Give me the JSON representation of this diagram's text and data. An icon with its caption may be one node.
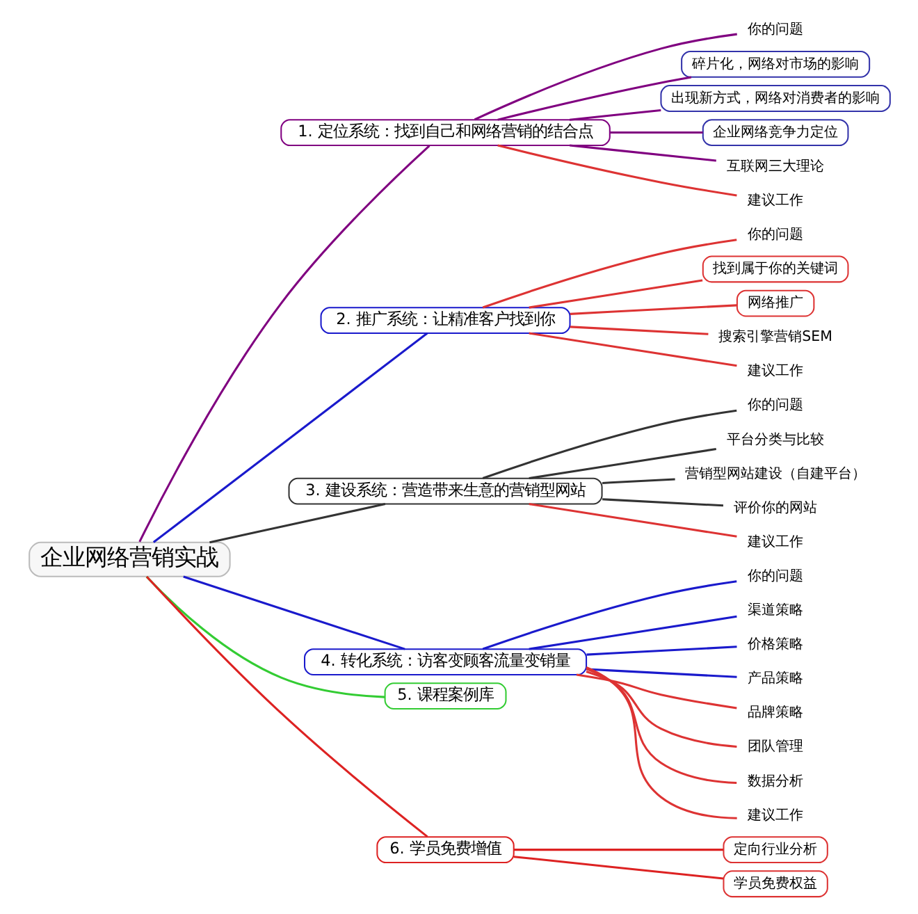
{
  "diagram": {
    "nodes": [
      {
        "text": [
          "企业网络营销实战"
        ]
      },
      {
        "text": [
          "1. 定位系统：找到自己和网络营销的结合点"
        ]
      },
      {
        "text": [
          "你的问题"
        ]
      },
      {
        "text": [
          "碎片化，网络对市场的影响"
        ]
      },
      {
        "text": [
          "出现新方式，网络对消费者的影响"
        ]
      },
      {
        "text": [
          "企业网络竞争力定位"
        ]
      },
      {
        "text": [
          "互联网三大理论"
        ]
      },
      {
        "text": [
          "建议工作"
        ]
      },
      {
        "text": [
          "2. 推广系统：让精准客户找到你"
        ]
      },
      {
        "text": [
          "你的问题"
        ]
      },
      {
        "text": [
          "找到属于你的关键词"
        ]
      },
      {
        "text": [
          "网络推广"
        ]
      },
      {
        "text": [
          "搜索引擎营销SEM"
        ]
      },
      {
        "text": [
          "建议工作"
        ]
      },
      {
        "text": [
          "3. 建设系统：营造带来生意的营销型网站"
        ]
      },
      {
        "text": [
          "你的问题"
        ]
      },
      {
        "text": [
          "平台分类与比较"
        ]
      },
      {
        "text": [
          "营销型网站建设（自建平台）"
        ]
      },
      {
        "text": [
          "评价你的网站"
        ]
      },
      {
        "text": [
          "建议工作"
        ]
      },
      {
        "text": [
          "4. 转化系统：访客变顾客流量变销量"
        ]
      },
      {
        "text": [
          "你的问题"
        ]
      },
      {
        "text": [
          "渠道策略"
        ]
      },
      {
        "text": [
          "价格策略"
        ]
      },
      {
        "text": [
          "产品策略"
        ]
      },
      {
        "text": [
          "品牌策略"
        ]
      },
      {
        "text": [
          "团队管理"
        ]
      },
      {
        "text": [
          "数据分析"
        ]
      },
      {
        "text": [
          "建议工作"
        ]
      },
      {
        "text": [
          "5. 课程案例库"
        ]
      },
      {
        "text": [
          "6. 学员免费增值"
        ]
      },
      {
        "text": [
          "定向行业分析"
        ]
      },
      {
        "text": [
          "学员免费权益"
        ]
      }
    ],
    "edges": [
      {
        "from": 0,
        "to": 1,
        "arrow": "none",
        "color": "#800080"
      },
      {
        "from": 1,
        "to": 2,
        "arrow": "none",
        "color": "#800080"
      },
      {
        "from": 1,
        "to": 3,
        "arrow": "none",
        "color": "#800080"
      },
      {
        "from": 1,
        "to": 4,
        "arrow": "none",
        "color": "#800080"
      },
      {
        "from": 1,
        "to": 5,
        "arrow": "none",
        "color": "#800080"
      },
      {
        "from": 1,
        "to": 6,
        "arrow": "none",
        "color": "#800080"
      },
      {
        "from": 1,
        "to": 7,
        "arrow": "none",
        "color": "#dd3333"
      },
      {
        "from": 0,
        "to": 8,
        "arrow": "none",
        "color": "#1a1acc"
      },
      {
        "from": 8,
        "to": 9,
        "arrow": "none",
        "color": "#dd3333"
      },
      {
        "from": 8,
        "to": 10,
        "arrow": "none",
        "color": "#dd3333"
      },
      {
        "from": 8,
        "to": 11,
        "arrow": "none",
        "color": "#dd3333"
      },
      {
        "from": 8,
        "to": 12,
        "arrow": "none",
        "color": "#dd3333"
      },
      {
        "from": 8,
        "to": 13,
        "arrow": "none",
        "color": "#dd3333"
      },
      {
        "from": 0,
        "to": 14,
        "arrow": "none",
        "color": "#333333"
      },
      {
        "from": 14,
        "to": 15,
        "arrow": "none",
        "color": "#333333"
      },
      {
        "from": 14,
        "to": 16,
        "arrow": "none",
        "color": "#333333"
      },
      {
        "from": 14,
        "to": 17,
        "arrow": "none",
        "color": "#333333"
      },
      {
        "from": 14,
        "to": 18,
        "arrow": "none",
        "color": "#333333"
      },
      {
        "from": 14,
        "to": 19,
        "arrow": "none",
        "color": "#dd3333"
      },
      {
        "from": 0,
        "to": 20,
        "arrow": "none",
        "color": "#1a1acc"
      },
      {
        "from": 20,
        "to": 21,
        "arrow": "none",
        "color": "#1a1acc"
      },
      {
        "from": 20,
        "to": 22,
        "arrow": "none",
        "color": "#1a1acc"
      },
      {
        "from": 20,
        "to": 23,
        "arrow": "none",
        "color": "#1a1acc"
      },
      {
        "from": 20,
        "to": 24,
        "arrow": "none",
        "color": "#1a1acc"
      },
      {
        "from": 20,
        "to": 25,
        "arrow": "none",
        "color": "#dd3333"
      },
      {
        "from": 20,
        "to": 26,
        "arrow": "none",
        "color": "#dd3333"
      },
      {
        "from": 20,
        "to": 27,
        "arrow": "none",
        "color": "#dd3333"
      },
      {
        "from": 20,
        "to": 28,
        "arrow": "none",
        "color": "#dd3333"
      },
      {
        "from": 0,
        "to": 29,
        "arrow": "none",
        "color": "#33cc33"
      },
      {
        "from": 0,
        "to": 30,
        "arrow": "none",
        "color": "#dd2222"
      },
      {
        "from": 30,
        "to": 31,
        "arrow": "none",
        "color": "#dd2222"
      },
      {
        "from": 30,
        "to": 32,
        "arrow": "none",
        "color": "#dd2222"
      }
    ]
  }
}
